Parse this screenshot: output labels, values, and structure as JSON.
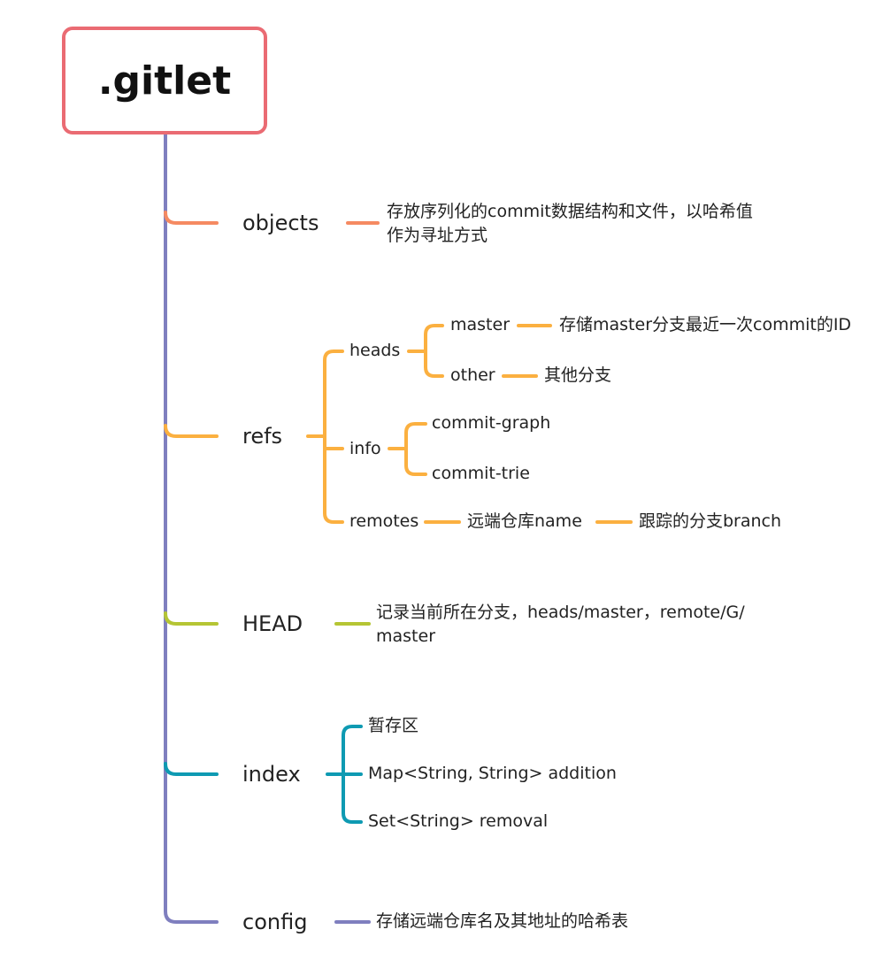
{
  "root": {
    "label": ".gitlet"
  },
  "colors": {
    "root_border": "#ea6b73",
    "trunk": "#7f7fbf",
    "objects": "#f58a62",
    "refs": "#fbb040",
    "head": "#b5c534",
    "index": "#0e9ab2",
    "config": "#7f7fbf"
  },
  "nodes": {
    "objects": {
      "label": "objects",
      "desc_line1": "存放序列化的commit数据结构和文件，以哈希值",
      "desc_line2": "作为寻址方式"
    },
    "refs": {
      "label": "refs",
      "heads": {
        "label": "heads",
        "master": {
          "label": "master",
          "desc": "存储master分支最近一次commit的ID"
        },
        "other": {
          "label": "other",
          "desc": "其他分支"
        }
      },
      "info": {
        "label": "info",
        "graph": "commit-graph",
        "trie": "commit-trie"
      },
      "remotes": {
        "label": "remotes",
        "name": "远端仓库name",
        "branch": "跟踪的分支branch"
      }
    },
    "head": {
      "label": "HEAD",
      "desc_line1": "记录当前所在分支，heads/master，remote/G/",
      "desc_line2": "master"
    },
    "index": {
      "label": "index",
      "staging": "暂存区",
      "addition": "Map<String, String> addition",
      "removal": "Set<String> removal"
    },
    "config": {
      "label": "config",
      "desc": "存储远端仓库名及其地址的哈希表"
    }
  }
}
